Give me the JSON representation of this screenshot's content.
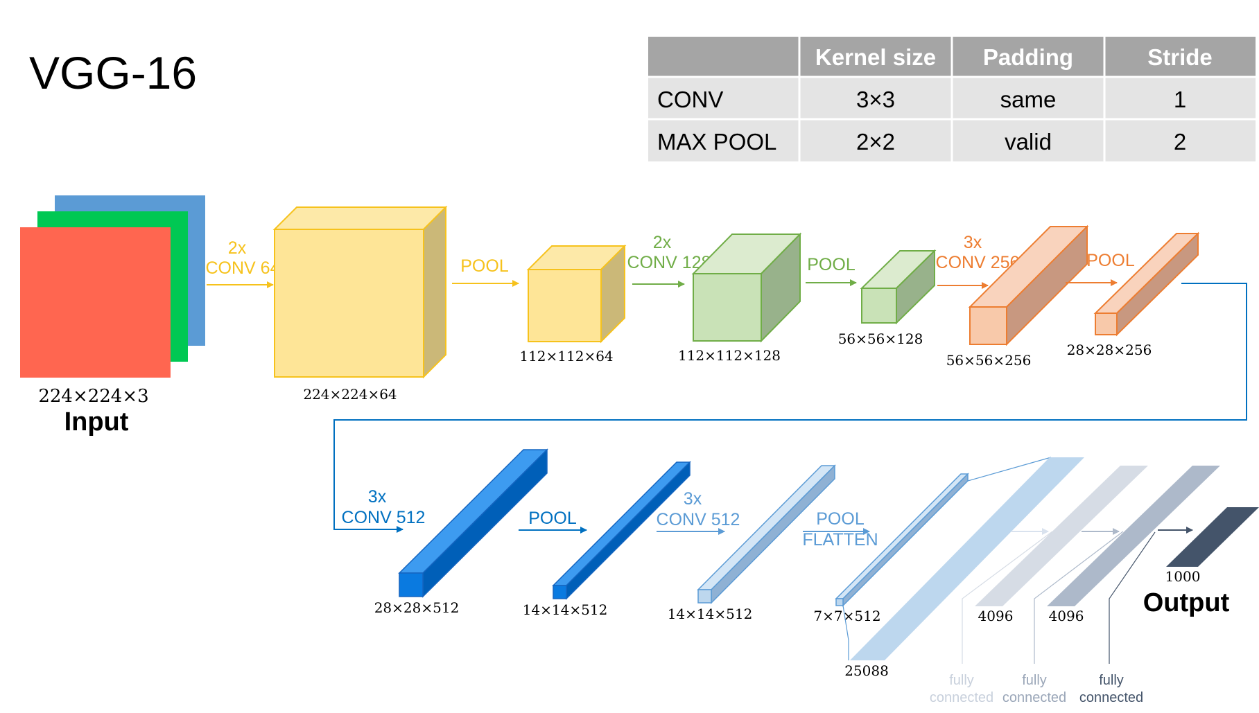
{
  "title": "VGG-16",
  "table": {
    "headers": [
      "",
      "Kernel size",
      "Padding",
      "Stride"
    ],
    "rows": [
      [
        "CONV",
        "3×3",
        "same",
        "1"
      ],
      [
        "MAX POOL",
        "2×2",
        "valid",
        "2"
      ]
    ]
  },
  "input": {
    "dims": "224×224×3",
    "label": "Input"
  },
  "stages": {
    "conv64": {
      "count": "2x",
      "op": "CONV 64",
      "dims": "224×224×64"
    },
    "pool1": {
      "op": "POOL",
      "dims": "112×112×64"
    },
    "conv128": {
      "count": "2x",
      "op": "CONV 128",
      "dims": "112×112×128"
    },
    "pool2": {
      "op": "POOL",
      "dims": "56×56×128"
    },
    "conv256": {
      "count": "3x",
      "op": "CONV 256",
      "dims": "56×56×256"
    },
    "pool3": {
      "op": "POOL",
      "dims": "28×28×256"
    },
    "conv512a": {
      "count": "3x",
      "op": "CONV 512",
      "dims": "28×28×512"
    },
    "pool4": {
      "op": "POOL",
      "dims": "14×14×512"
    },
    "conv512b": {
      "count": "3x",
      "op": "CONV 512",
      "dims": "14×14×512"
    },
    "pool5": {
      "op": "POOL",
      "op2": "FLATTEN",
      "dims": "7×7×512"
    }
  },
  "dense": {
    "flat_dims": "25088",
    "fc1_dims": "4096",
    "fc2_dims": "4096",
    "output_dims": "1000",
    "output_label": "Output",
    "fc_label_line1": "fully",
    "fc_label_line2": "connected"
  },
  "colors": {
    "input_red": "#ff6650",
    "input_green": "#00c853",
    "input_blue": "#5b9bd5",
    "yellow": "#f6c21c",
    "green": "#70ad47",
    "orange": "#ed7d31",
    "blue_dark": "#0070d8",
    "blue_light": "#9dc3e6",
    "navy": "#44546a",
    "table_header": "#a5a5a5",
    "table_row": "#e4e4e4"
  }
}
